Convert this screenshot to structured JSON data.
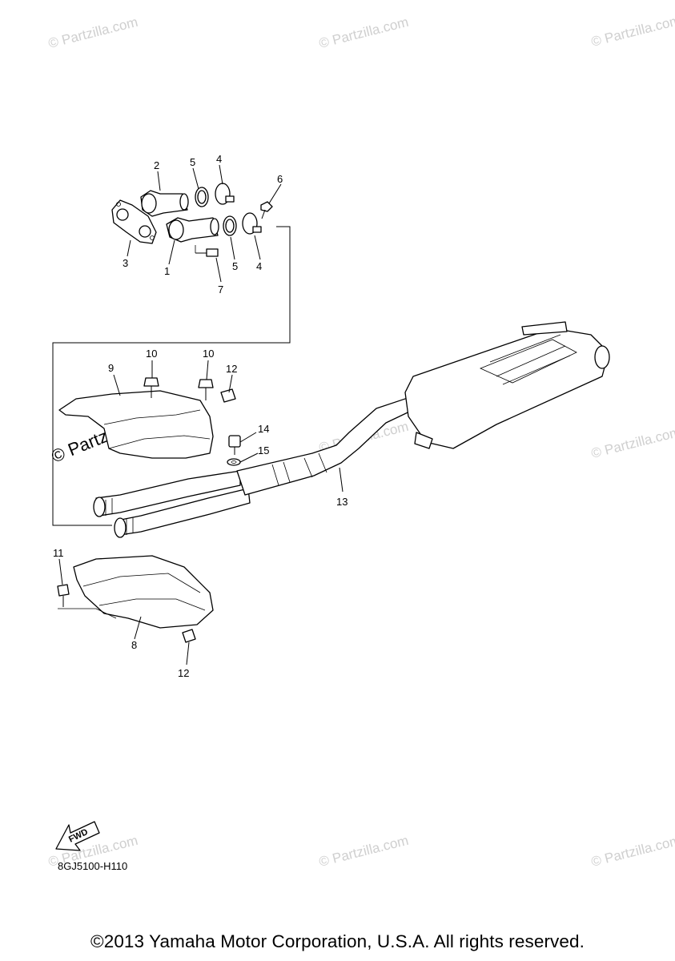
{
  "diagram": {
    "code": "8GJ5100-H110",
    "copyright": "©2013 Yamaha Motor Corporation, U.S.A. All rights reserved.",
    "fwd_label": "FWD",
    "watermark": "© Partzilla.com",
    "callouts": {
      "c1": "1",
      "c2": "2",
      "c3": "3",
      "c4a": "4",
      "c4b": "4",
      "c5a": "5",
      "c5b": "5",
      "c6": "6",
      "c7": "7",
      "c8": "8",
      "c9": "9",
      "c10a": "10",
      "c10b": "10",
      "c11": "11",
      "c12a": "12",
      "c12b": "12",
      "c13": "13",
      "c14": "14",
      "c15": "15"
    }
  }
}
